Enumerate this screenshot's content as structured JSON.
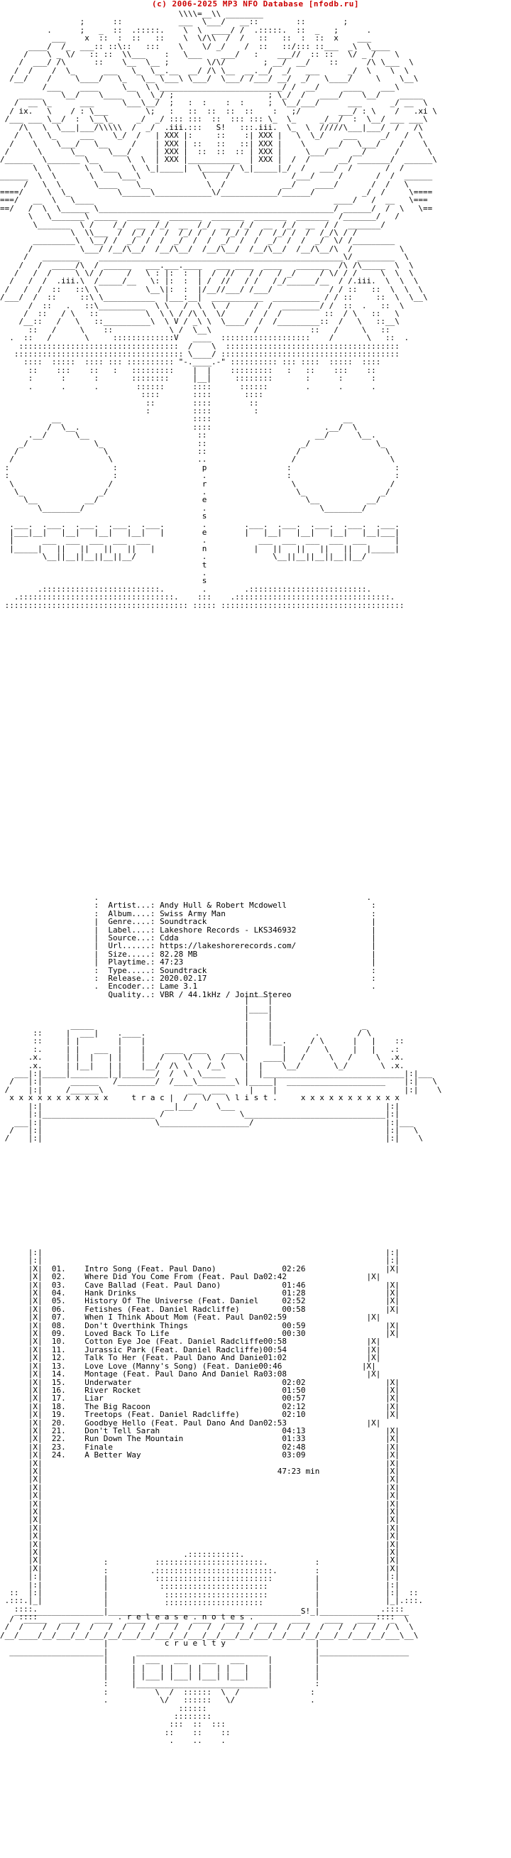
{
  "header": {
    "title": "(c) 2006-2025 MP3 NFO Database [nfodb.ru]",
    "color": "#cc0000"
  },
  "art_top": "                                      \\\\\\\\=__\\\\ ________\n                 ;      ::            ___  \\___/   __::        ::        ;\n          .      ;   _  ::  .:::::.    \\  \\  ____/ /  .:::::.  ::  _   ;      .\n           ___    x  ::  :  ::   ::    \\  \\/\\\\  /  /   ::   ::  :  ::  x    ___\n      ____/  /_  ___:: ::\\::   :::    \\    \\/ _/    /  ::   ::/::: ::___  _\\  \\____\n     /    \\ _ \\/   :: ::  \\\\___    :   \\___    ___/   :    ___//  :: ::   \\/ _ /    \\\n    /  ___/ /\\      ::    \\__  \\__ ;        \\/\\/        ; __/  __/    ::      /\\ \\___  \\\n   /  /    /  \\_      ___   \\_  \\__.__  __/ /\\ \\__  __.__/  _/   ___      _/  \\    \\  \\\n  /__/    /     \\____/   \\_   \\__ \\___\\ \\___/  \\___/ /___/ __/  _/   \\____/     \\    \\__\\\n         /___    ____     \\__  \\ \\__________________________/ /  __/     ____    ___\\\n    _____    \\__/    \\____   \\  \\_/ ;                    ; \\_/  /   ____/    \\__/    _____\n   /  __ \\_      ___      \\___\\__/  ;   :  :    :  :     ;  \\__/___/      ___      _/ __  \\\n  / ix.   \\    / : \\___        \\;   :   ::  ::  ::  ::    :   ;/        ___/ : \\    /   .xi \\\n /___ ___ \\__/  :  \\__\\_     _/  _/ ::: :::  ::  ::: ::: \\_  \\_     _/__/  :  \\__/ ___ ___\\\n    /\\   \\  \\___|___/\\\\\\\\\\  /  _/  .iii.:::   S!   :::.iii.  \\_  \\  /////\\___|___/  /   /\\\n   /  \\   \\_     ___    \\_/  /   | XXX |:     ::    :| XXX |   \\  \\_/    ___     _/   /  \\\n  /    \\    \\___/   \\__     /    | XXX | ::   ::   ::| XXX |    \\     __/   \\___/    /    \\\n /      \\      \\__     \\___/     | XXX |  ::  ::  :: | XXX |     \\___/     __/      /      \\\n/______  \\_______ \\__      \\  \\  | XXX |___________  | XXX |  /  /      __/ _______/  ______\\\n       \\  \\       \\  \\___   \\  \\_|_____|  \\______/ \\_|_____|_/  /   ___/  /       /  /\n______  \\  \\       \\     \\___\\             \\    /             /___/     /       /  /  ______\n     /   \\  \\       \\____    \\__            \\  /            __/    ____/       /  /   \\\n====/     \\  \\_          \\______\\____________\\/____________/______/          _/  /     \\====\n===/   __  \\   \\____                                                   ____/   /  __   \\===\n==/   /  \\  \\______ \\__________________________________________________/ ______/  /  \\   \\==\n      \\   \\_______\\ _____  _______  _______  _______  _______  _______  /_______/   /\n       \\_______  \\ /    /_/  __  /_/  __  /_/  __  /_/  __  /_/  __  / /  _______/\n               \\  \\\\___  /  /_/ /  /  /_/ /  /  /_/ /  /  /_/ /  /  /_/\\ / /\n       _________\\  \\__/ /  _/  /  /  _/  /  /  _/  /  /  _/  /  /  _/  \\/ /_________\n      /          \\___/ /__/\\__/  /__/\\__/  /__/\\__/  /__/\\__/  /__/\\__/\\  /          \\\n     /   ________    ____________________________________________________\\/ ________  \\\n    /   /  _____/\\  / ______   ___.___.____   ___ ____  ____   _______  /\\ /\\_____  \\  \\\n   /   /  /     \\ \\/ /     /   \\ : |:  :  |  /  //   / /   / _/     / \\/ / /     \\  \\  \\\n  /   /  /  .iii.\\  /_____/__   \\: |:  :  | /  //   / /   /_/______/__  / /.iii.  \\  \\  \\\n /   /  /  ::   ::\\ \\          \\__\\|:  :  |/__//___/ /___/            / / ::   ::  \\  \\  \\\n/___/  /  ::     ::\\ \\___________  |___:__|  ___________  __________ / / ::     ::  \\  \\__\\\n      /  ::   .   ::\\__________  \\ \\   /  \\  \\  /     /  /  ________/ /  ::  .   ::  \\\n     /  ::   / \\   ::          \\  \\ \\ / /\\ \\  \\/     /  /  /         ::  / \\   ::   \\\n    /__::   /   \\   ::__________\\  \\ V / _\\ \\  \\____/  /  /_________::  /   \\   ::__\\\n      ::   /     \\    ::            \\ /  \\__\\         /           ::   /     \\   ::\n  .  ::   /       \\     :::::::::::::V   ____  :::::::::::::::::::    /       \\   ::  .\n    ::::::::::::::::::::::::::::::::::  /    \\  :::::::::::::::::::::::::::::::::::::\n   :::::::::::::::::::::::::::::::::::: \\____/ ::::::::::::::::::::::::::::::::::::::\n     ::::  :::::  :::: ::: :::::::::: \"-.____.-\" :::::::::: ::: ::::  :::::  ::::\n      ::    :::    ::   :   :::::::::    |  |    :::::::::   :   ::    :::    ::\n      :      :      :       ::::::::     |__|     ::::::::       :      :      :\n      .      .      .        ::::::      ::::      ::::::        .      .      .\n                              ::::       ::::       ::::\n                               ::        ::::        ::\n                               :         ::::         :\n           __                            ::::                            __\n          /  \\__.                        ::::                        .__/  \\\n      .__/      \\__                       ::                       __/      \\__.\n    _/              \\_                    ::                    _/              \\_\n   /                  \\                   ::                   /                  \\\n  /                    \\                  ..                  /                    \\\n :                      :                  p                 :                      :\n :                      :                  .                 :                      :\n  \\                    /                   r                  \\                    /\n   \\_                _/                    .                   \\_                _/\n     \\__          __/                      e                     \\__          __/\n        \\________/                         .                        \\________/\n                                           s\n  .___.  .___.  .___.  .___.  .___.        .        .___.  .___.  .___.  .___.  .___.\n  |___|__|   |__|   |__|   |__|   |        e        |   |__|   |__|   |__|   |__|___|\n  |      ___  ___  ___  ___  ___           .           ___  ___  ___  ___  ___      |\n  |_____|   ||   ||   ||   ||   |          n          |   ||   ||   ||   ||   |_____|\n         \\__||__||__||__||__/              .              \\__||__||__||__||__/\n                                           t\n                                           .\n                                           s\n        .:::::::::::::::::::::::::.        .        .:::::::::::::::::::::::::.\n   .:::::::::::::::::::::::::::::::::.    :::    .:::::::::::::::::::::::::::::::::.\n ::::::::::::::::::::::::::::::::::::::: ::::: :::::::::::::::::::::::::::::::::::::::",
  "info": {
    "artist_label": "Artist...:",
    "artist": "Andy Hull & Robert Mcdowell",
    "album_label": "Album....:",
    "album": "Swiss Army Man",
    "genre_label": "Genre....:",
    "genre": "Soundtrack",
    "label_label": "Label....:",
    "label": "Lakeshore Records - LKS346932",
    "source_label": "Source...:",
    "source": "Cdda",
    "url_label": "Url......:",
    "url": "https://lakeshorerecords.com/",
    "size_label": "Size.....:",
    "size": "82.28 MB",
    "playtime_label": "Playtime.:",
    "playtime": "47:23",
    "type_label": "Type.....:",
    "type": "Soundtrack",
    "release_label": "Release..:",
    "release": "2020.02.17",
    "encoder_label": "Encoder..:",
    "encoder": "Lame 3.1",
    "quality_label": "Quality..:",
    "quality": "VBR / 44.1kHz / Joint Stereo"
  },
  "info_text": "                    .                                                         .\n                    :  Artist...: Andy Hull & Robert Mcdowell                  :\n                    :  Album....: Swiss Army Man                               :\n                    |  Genre....: Soundtrack                                   |\n                    |  Label....: Lakeshore Records - LKS346932                |\n                    |  Source...: Cdda                                         |\n                    |  Url......: https://lakeshorerecords.com/                |\n                    |  Size.....: 82.28 MB                                     |\n                    |  Playtime.: 47:23                                        |\n                    :  Type.....: Soundtrack                                   :\n                    :  Release..: 2020.02.17                                   :\n                    .  Encoder..: Lame 3.1                                     .\n                       Quality..: VBR / 44.1kHz / Joint Stereo",
  "art_mid": "                                                     ____\n                                                    |    |\n                                                    |____|\n                                                    |    |\n               _____                                |    |                   _\n       ::     |  ___|    .____.                     |    |         .        / \\\n       ::     | |        |    |                     |    |__.     / \\      |   |    ::\n       :.     | |   ___  |    |    ____  ___    ___ |       |    /   \\     |   |   .:\n      .x.     | |  |   | |    |   /    \\/   \\  /   \\|   ____|   /     \\   /     \\  .x.\n      .x.     | |__|   | |    |__/  /\\  \\   /__\\    |  |    \\__/       \\_/       \\ .x.\n   ___|:|_____|________|_|_______/  /  \\  \\_____    |  |______________________________|:|___\n  /   |:|      ______   /________/  /____\\________\\ |_____|  _____________________    |:|   \\\n /    |:|     /______\\                  ___  ___     |    |                           |:|    \\\n  x x x x x x x x x x x     t r a c |  /   \\/   \\ l i s t .     x x x x x x x x x x x\n      |:|                          __|___/    \\___                                |:|\n      |:|________________________ /                \\______________________________|:|\n   ___|:|                        \\___________________/                            |:|___\n  /   |:|                                                                         |:|   \\\n /    |:|                                                                         |:|    \\",
  "tracklist": [
    {
      "num": "01.",
      "title": "Intro Song (Feat. Paul Dano)",
      "time": "02:26"
    },
    {
      "num": "02.",
      "title": "Where Did You Come From (Feat. Paul Da",
      "time": "02:42"
    },
    {
      "num": "03.",
      "title": "Cave Ballad (Feat. Paul Dano)",
      "time": "01:46"
    },
    {
      "num": "04.",
      "title": "Hank Drinks",
      "time": "01:28"
    },
    {
      "num": "05.",
      "title": "History Of The Universe (Feat. Daniel",
      "time": "02:52"
    },
    {
      "num": "06.",
      "title": "Fetishes (Feat. Daniel Radcliffe)",
      "time": "00:58"
    },
    {
      "num": "07.",
      "title": "When I Think About Mom (Feat. Paul Dan",
      "time": "02:59"
    },
    {
      "num": "08.",
      "title": "Don't Overthink Things",
      "time": "00:59"
    },
    {
      "num": "09.",
      "title": "Loved Back To Life",
      "time": "00:30"
    },
    {
      "num": "10.",
      "title": "Cotton Eye Joe (Feat. Daniel Radcliffe",
      "time": "00:58"
    },
    {
      "num": "11.",
      "title": "Jurassic Park (Feat. Daniel Radcliffe)",
      "time": "00:54"
    },
    {
      "num": "12.",
      "title": "Talk To Her (Feat. Paul Dano And Danie",
      "time": "01:02"
    },
    {
      "num": "13.",
      "title": "Love Love (Manny's Song) (Feat. Danie",
      "time": "00:46"
    },
    {
      "num": "14.",
      "title": "Montage (Feat. Paul Dano And Daniel Ra",
      "time": "03:08"
    },
    {
      "num": "15.",
      "title": "Underwater",
      "time": "02:02"
    },
    {
      "num": "16.",
      "title": "River Rocket",
      "time": "01:50"
    },
    {
      "num": "17.",
      "title": "Liar",
      "time": "00:57"
    },
    {
      "num": "18.",
      "title": "The Big Racoon",
      "time": "02:12"
    },
    {
      "num": "19.",
      "title": "Treetops (Feat. Daniel Radcliffe)",
      "time": "02:10"
    },
    {
      "num": "20.",
      "title": "Goodbye Hello (Feat. Paul Dano And Dan",
      "time": "02:53"
    },
    {
      "num": "21.",
      "title": "Don't Tell Sarah",
      "time": "04:13"
    },
    {
      "num": "22.",
      "title": "Run Down The Mountain",
      "time": "01:33"
    },
    {
      "num": "23.",
      "title": "Finale",
      "time": "02:48"
    },
    {
      "num": "24.",
      "title": "A Better Way",
      "time": "03:09"
    }
  ],
  "total_time": "47:23 min",
  "tracklist_text": "      |:|                                                                         |:|\n      |:|                                                                         |:|\n      |X|  01.    Intro Song (Feat. Paul Dano)              02:26                 |X|\n      |X|  02.    Where Did You Come From (Feat. Paul Da02:42                 |X|\n      |X|  03.    Cave Ballad (Feat. Paul Dano)             01:46                 |X|\n      |X|  04.    Hank Drinks                               01:28                 |X|\n      |X|  05.    History Of The Universe (Feat. Daniel     02:52                 |X|\n      |X|  06.    Fetishes (Feat. Daniel Radcliffe)         00:58                 |X|\n      |X|  07.    When I Think About Mom (Feat. Paul Dan02:59                 |X|\n      |X|  08.    Don't Overthink Things                    00:59                 |X|\n      |X|  09.    Loved Back To Life                        00:30                 |X|\n      |X|  10.    Cotton Eye Joe (Feat. Daniel Radcliffe00:58                 |X|\n      |X|  11.    Jurassic Park (Feat. Daniel Radcliffe)00:54                 |X|\n      |X|  12.    Talk To Her (Feat. Paul Dano And Danie01:02                 |X|\n      |X|  13.    Love Love (Manny's Song) (Feat. Danie00:46                 |X|\n      |X|  14.    Montage (Feat. Paul Dano And Daniel Ra03:08                 |X|\n      |X|  15.    Underwater                                02:02                 |X|\n      |X|  16.    River Rocket                              01:50                 |X|\n      |X|  17.    Liar                                      00:57                 |X|\n      |X|  18.    The Big Racoon                            02:12                 |X|\n      |X|  19.    Treetops (Feat. Daniel Radcliffe)         02:10                 |X|\n      |X|  20.    Goodbye Hello (Feat. Paul Dano And Dan02:53                 |X|\n      |X|  21.    Don't Tell Sarah                          04:13                 |X|\n      |X|  22.    Run Down The Mountain                     01:33                 |X|\n      |X|  23.    Finale                                    02:48                 |X|\n      |X|  24.    A Better Way                              03:09                 |X|\n      |X|                                                                         |X|\n      |X|                                                  47:23 min              |X|\n      |X|                                                                         |X|\n      |X|                                                                         |X|\n      |X|                                                                         |X|\n      |X|                                                                         |X|\n      |X|                                                                         |X|\n      |X|                                                                         |X|\n      |X|                                                                         |X|\n      |X|                                                                         |X|\n      |X|                                                                         |X|\n      |X|                                                                         |X|\n      |X|                                                                         |X|\n      |X|                                                                         |X|\n      |:|                                                                         |:|\n      |:|                                                                         |:|\n  ::  |:|                                                                         |:|  ::\n .:::.|_|                                                                         |_|.:::.\n   ::::.                                                                         .::::\n    ::::                 . r e l e a s e . n o t e s .                          ::::",
  "art_bottom": "\n\n                                       .:::::::::::.\n                      :          :::::::::::::::::::::::.          :\n                      :         .:::::::::::::::::::::::::.        :\n                      |          :::::::::::::::::::::::::         |\n                      |           :::::::::::::::::::::::          |\n                      |            ::::::::::::::::::::::          |\n                      |            :::::::::::::::::::::           |\n   ___________________|_________________________________________S!_|___________________\n  /  _____   ____   ____   ____   ____   ____   ____   ____   ____   ____   ____   _  \\\n /  /    /  /   /  /   /  /   /  /   /  /   /  /   /  /   /  /   /  /   /  /   /  / \\  \\\n/__/____/__/___/__/___/__/___/__/___/__/___/__/___/__/___/__/___/__/___/__/___/__/___\\__\\\n                      |            c r u e l t y                   |\n  ____________________|      ____________________________          |___________________\n                      |     |  ___   ___   ___   ___     |         |\n                      |     | |   | |   | |   | |   |    |         |\n                      |     | |___| |___| |___| |___|    |         |\n                      :     |____________________________|         :\n                      :          \\  /  ::::::  \\  /               :\n                      .           \\/   ::::::   \\/                .\n                                      ::::::\n                                     ::::::::\n                                    :::  ::  :::\n                                   ::    ::    ::\n                                    .    ..    ."
}
